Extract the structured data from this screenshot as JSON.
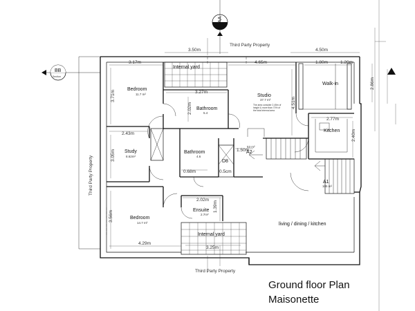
{
  "title": {
    "line1": "Ground floor Plan",
    "line2": "Maisonette"
  },
  "property_labels": {
    "top": "Third Party Property",
    "bottom": "Third Party Property",
    "left": "Third Party Property"
  },
  "section_markers": {
    "top": "AA",
    "left": "BB",
    "left_sub": "Section"
  },
  "rooms": {
    "bedroom1": {
      "name": "Bedroom",
      "area": "11.7 m²"
    },
    "bathroom1": {
      "name": "Bathroom",
      "area": "5.4"
    },
    "studio": {
      "name": "Studio",
      "area": "37.7 m²",
      "note": "The area consider 2.45m of height & more than 70% of the total internal area"
    },
    "walkin": {
      "name": "Walk-in"
    },
    "kitchen": {
      "name": "Kitchen"
    },
    "study": {
      "name": "Study",
      "area": "8.62m²"
    },
    "bathroom2": {
      "name": "Bathroom",
      "area": "4.6"
    },
    "dw": {
      "name": "D8"
    },
    "a2": {
      "name": "A2",
      "area": "53 m²"
    },
    "a1": {
      "name": "A1",
      "area": "105 m²"
    },
    "bedroom2": {
      "name": "Bedroom",
      "area": "14.7 m²"
    },
    "ensuite": {
      "name": "Ensuite",
      "area": "2.7m²"
    },
    "living": {
      "name": "living / dining / kitchen"
    },
    "yard_top": {
      "name": "Internal yard"
    },
    "yard_bottom": {
      "name": "Internal yard"
    }
  },
  "dimensions": {
    "d_350": "3.50m",
    "d_450": "4.50m",
    "d_317": "3.17m",
    "d_465": "4.65m",
    "d_180": "1.80m",
    "d_120": "1.20m",
    "d_286": "2.86m",
    "d_327": "3.27m",
    "d_371": "3.71m",
    "d_202a": "2.02m",
    "d_451": "4.51m",
    "d_277": "2.77m",
    "d_243": "2.43m",
    "d_240": "2.40m",
    "d_305": "3.05m",
    "d_150": "1.50m",
    "d_068": "0.68m",
    "d_050": "0.5cm",
    "d_202b": "2.02m",
    "d_139": "1.39m",
    "d_356": "3.56m",
    "d_429": "4.29m",
    "d_325": "3.25m"
  }
}
